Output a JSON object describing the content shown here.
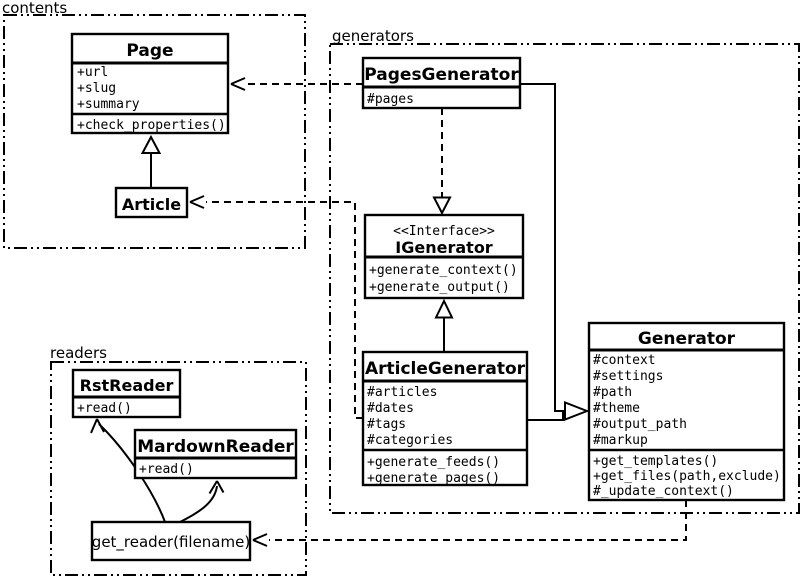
{
  "colors": {
    "line": "#000000",
    "background": "#ffffff"
  },
  "packages": {
    "contents": {
      "label": "contents"
    },
    "generators": {
      "label": "generators"
    },
    "readers": {
      "label": "readers"
    }
  },
  "classes": {
    "page": {
      "title": "Page",
      "attributes": [
        "+url",
        "+slug",
        "+summary"
      ],
      "methods": [
        "+check_properties()"
      ]
    },
    "article": {
      "title": "Article"
    },
    "pages_generator": {
      "title": "PagesGenerator",
      "attributes": [
        "#pages"
      ]
    },
    "igenerator": {
      "stereotype": "<<Interface>>",
      "title": "IGenerator",
      "methods": [
        "+generate_context()",
        "+generate_output()"
      ]
    },
    "article_generator": {
      "title": "ArticleGenerator",
      "attributes": [
        "#articles",
        "#dates",
        "#tags",
        "#categories"
      ],
      "methods": [
        "+generate_feeds()",
        "+generate_pages()"
      ]
    },
    "generator": {
      "title": "Generator",
      "attributes": [
        "#context",
        "#settings",
        "#path",
        "#theme",
        "#output_path",
        "#markup"
      ],
      "methods": [
        "+get_templates()",
        "+get_files(path,exclude)",
        "#_update_context()"
      ]
    },
    "rst_reader": {
      "title": "RstReader",
      "methods": [
        "+read()"
      ]
    },
    "mardown_reader": {
      "title": "MardownReader",
      "methods": [
        "+read()"
      ]
    },
    "get_reader": {
      "title": "get_reader(filename)"
    }
  }
}
